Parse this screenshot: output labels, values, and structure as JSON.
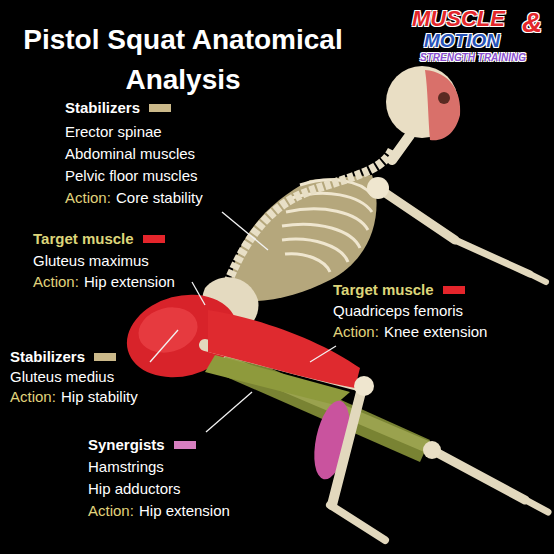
{
  "diagram": {
    "title": "Pistol Squat Anatomical Analysis",
    "labels": [
      "MUSCLE",
      "&",
      "MOTION",
      "STRENGTH TRAINING",
      "Stabilizers",
      "Erector spinae",
      "Abdominal muscles",
      "Pelvic floor muscles",
      "Action:",
      "Core stability",
      "Target muscle",
      "Gluteus maximus",
      "Action:",
      "Hip extension",
      "Target muscle",
      "Quadriceps femoris",
      "Action:",
      "Knee extension",
      "Stabilizers",
      "Gluteus medius",
      "Action:",
      "Hip stability",
      "Synergists",
      "Hamstrings",
      "Hip adductors",
      "Action:",
      "Hip extension"
    ]
  }
}
